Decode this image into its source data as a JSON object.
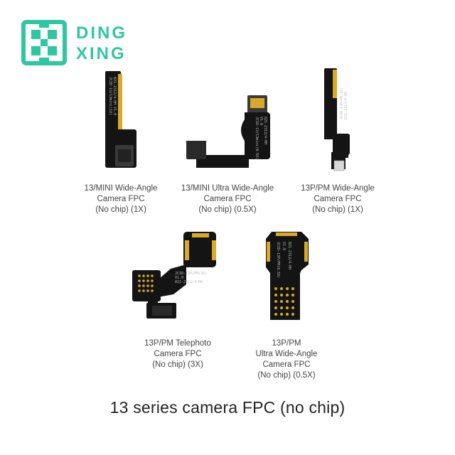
{
  "brand": {
    "name_line1": "DING",
    "name_line2": "XING",
    "color": "#2fc7a1"
  },
  "products": [
    {
      "lines": [
        "13/MINI Wide-Angle",
        "Camera FPC",
        "(No chip) (1X)"
      ],
      "board_text": [
        "JCID-13/13mini(1X)",
        "821-2312/4-HH V1.0"
      ]
    },
    {
      "lines": [
        "13/MINI Ultra Wide-Angle",
        "Camera FPC",
        "(No chip) (0.5X)"
      ],
      "board_text": [
        "JCID-13/13mini(0.5X)",
        "V1.0",
        "821-2312/4-HH"
      ]
    },
    {
      "lines": [
        "13P/PM Wide-Angle",
        "Camera FPC",
        "(No chip) (1X)"
      ],
      "board_text": [
        "JCID-13P/PM(1X)",
        "821-2312/4-HH"
      ]
    },
    {
      "lines": [
        "13P/PM Telephoto",
        "Camera FPC",
        "(No chip) (3X)"
      ],
      "board_text": [
        "JCID-13P/PM(3X)",
        "V1.0",
        "821-2312/4-HH"
      ]
    },
    {
      "lines": [
        "13P/PM",
        "Ultra Wide-Angle",
        "Camera FPC",
        "(No chip) (0.5X)"
      ],
      "board_text": [
        "JCID-13P/PM(0.5X)",
        "V1.0",
        "821-2312/4-HH"
      ]
    }
  ],
  "footer_title": "13 series camera FPC (no chip)",
  "colors": {
    "board": "#141414",
    "gold": "#d9a92c",
    "connector": "#3a3a3a"
  }
}
